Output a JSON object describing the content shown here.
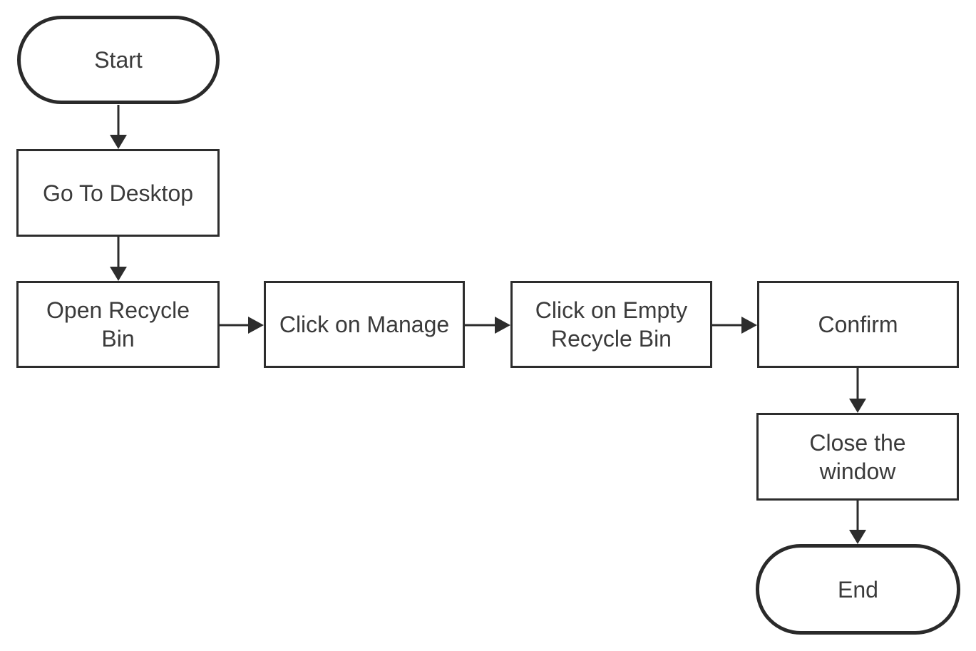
{
  "diagram": {
    "type": "flowchart",
    "colors": {
      "stroke": "#2d2d2d",
      "text": "#3b3b3b",
      "background": "#ffffff"
    },
    "nodes": {
      "start": {
        "label": "Start",
        "shape": "terminator"
      },
      "goto": {
        "label": "Go To Desktop",
        "shape": "process"
      },
      "open": {
        "label": "Open Recycle Bin",
        "shape": "process"
      },
      "manage": {
        "label": "Click on Manage",
        "shape": "process"
      },
      "empty": {
        "label": "Click on Empty Recycle Bin",
        "shape": "process"
      },
      "confirm": {
        "label": "Confirm",
        "shape": "process"
      },
      "close": {
        "label": "Close the window",
        "shape": "process"
      },
      "end": {
        "label": "End",
        "shape": "terminator"
      }
    },
    "edges": [
      {
        "from": "start",
        "to": "goto",
        "direction": "down"
      },
      {
        "from": "goto",
        "to": "open",
        "direction": "down"
      },
      {
        "from": "open",
        "to": "manage",
        "direction": "right"
      },
      {
        "from": "manage",
        "to": "empty",
        "direction": "right"
      },
      {
        "from": "empty",
        "to": "confirm",
        "direction": "right"
      },
      {
        "from": "confirm",
        "to": "close",
        "direction": "down"
      },
      {
        "from": "close",
        "to": "end",
        "direction": "down"
      }
    ]
  }
}
